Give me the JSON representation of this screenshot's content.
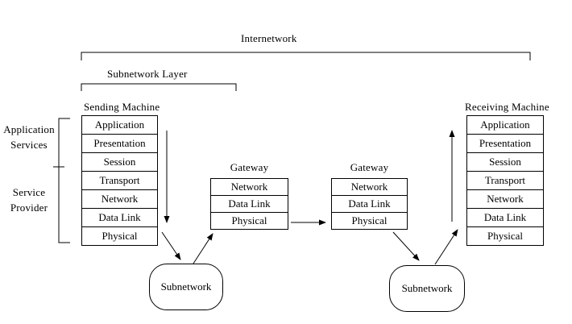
{
  "internetwork_label": "Internetwork",
  "subnetwork_layer_label": "Subnetwork Layer",
  "left_annotations": {
    "application_services_line1": "Application",
    "application_services_line2": "Services",
    "service_provider_line1": "Service",
    "service_provider_line2": "Provider"
  },
  "sending_machine": {
    "title": "Sending Machine",
    "layers": [
      "Application",
      "Presentation",
      "Session",
      "Transport",
      "Network",
      "Data Link",
      "Physical"
    ]
  },
  "gateways": [
    {
      "title": "Gateway",
      "layers": [
        "Network",
        "Data Link",
        "Physical"
      ]
    },
    {
      "title": "Gateway",
      "layers": [
        "Network",
        "Data Link",
        "Physical"
      ]
    }
  ],
  "receiving_machine": {
    "title": "Receiving Machine",
    "layers": [
      "Application",
      "Presentation",
      "Session",
      "Transport",
      "Network",
      "Data Link",
      "Physical"
    ]
  },
  "subnetworks": [
    {
      "label": "Subnetwork"
    },
    {
      "label": "Subnetwork"
    }
  ],
  "colors": {
    "line": "#000000",
    "background": "#ffffff",
    "text": "#000000"
  }
}
